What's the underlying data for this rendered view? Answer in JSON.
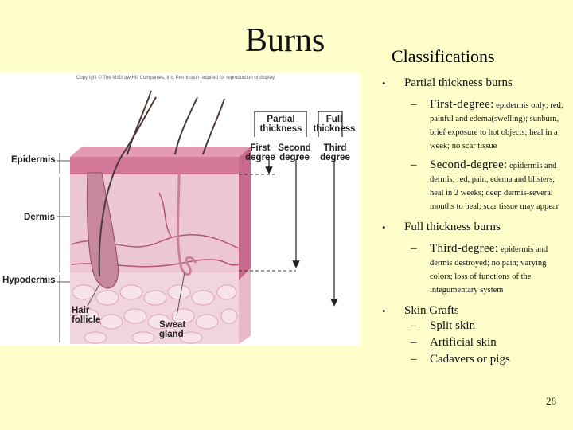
{
  "slide": {
    "title": "Burns",
    "subtitle": "Classifications",
    "page_number": "28"
  },
  "figure": {
    "copyright": "Copyright © The McGraw-Hill Companies, Inc. Permission required for reproduction or display.",
    "labels": {
      "epidermis": "Epidermis",
      "dermis": "Dermis",
      "hypodermis": "Hypodermis",
      "hair_follicle": "Hair follicle",
      "sweat_gland": "Sweat gland",
      "partial_thickness": "Partial thickness",
      "full_thickness": "Full thickness",
      "first_degree": "First degree",
      "second_degree": "Second degree",
      "third_degree": "Third degree"
    },
    "colors": {
      "epidermis": "#d4789a",
      "dermis": "#edc6d4",
      "hypodermis": "#f1d4de",
      "hair": "#4a3a35"
    }
  },
  "bullets": [
    {
      "title": "Partial thickness burns",
      "items": [
        {
          "lead": "First-degree:",
          "desc": " epidermis only; red, painful and edema(swelling); sunburn, brief exposure to hot objects; heal in a week; no scar tissue"
        },
        {
          "lead": "Second-degree:",
          "desc": " epidermis and dermis; red, pain, edema and blisters; heal in 2 weeks; deep dermis-several months to heal; scar tissue may appear"
        }
      ]
    },
    {
      "title": "Full thickness burns",
      "items": [
        {
          "lead": "Third-degree:",
          "desc": " epidermis and dermis destroyed; no pain; varying colors; loss of functions of the integumentary system"
        }
      ]
    },
    {
      "title": "Skin Grafts",
      "items": [
        "Split skin",
        "Artificial skin",
        "Cadavers or pigs"
      ]
    }
  ]
}
